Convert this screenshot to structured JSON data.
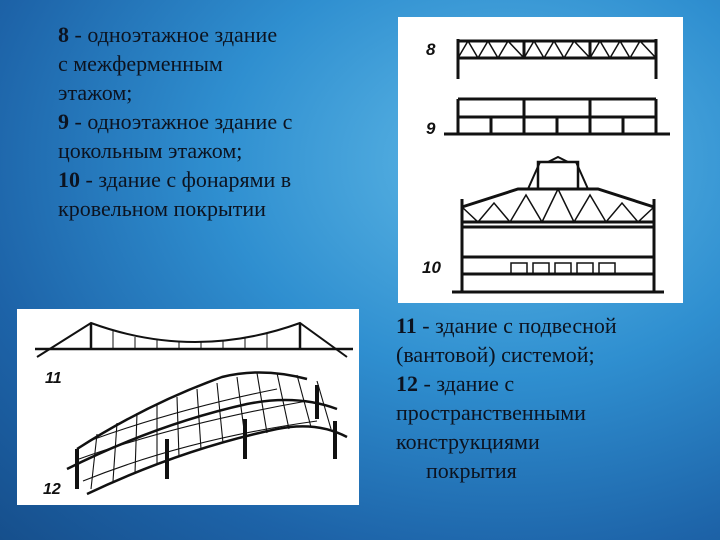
{
  "left_text": {
    "line1_num": "8",
    "line1_rest": " - одноэтажное здание",
    "line2": "с межферменным",
    "line3": "этажом;",
    "line4_num": "9",
    "line4_rest": " - одноэтажное здание с",
    "line5": "цокольным этажом;",
    "line6_num": "10",
    "line6_rest": " - здание с фонарями в",
    "line7": "кровельном покрытии"
  },
  "right_text": {
    "line1_num": "11",
    "line1_rest": " - здание с подвесной",
    "line2": "(вантовой) системой;",
    "line3_num": "12",
    "line3_rest": " - здание с",
    "line4": "пространственными",
    "line5": "конструкциями",
    "line6": "покрытия"
  },
  "figure_labels": {
    "fig8": "8",
    "fig9": "9",
    "fig10": "10",
    "fig11": "11",
    "fig12": "12"
  }
}
